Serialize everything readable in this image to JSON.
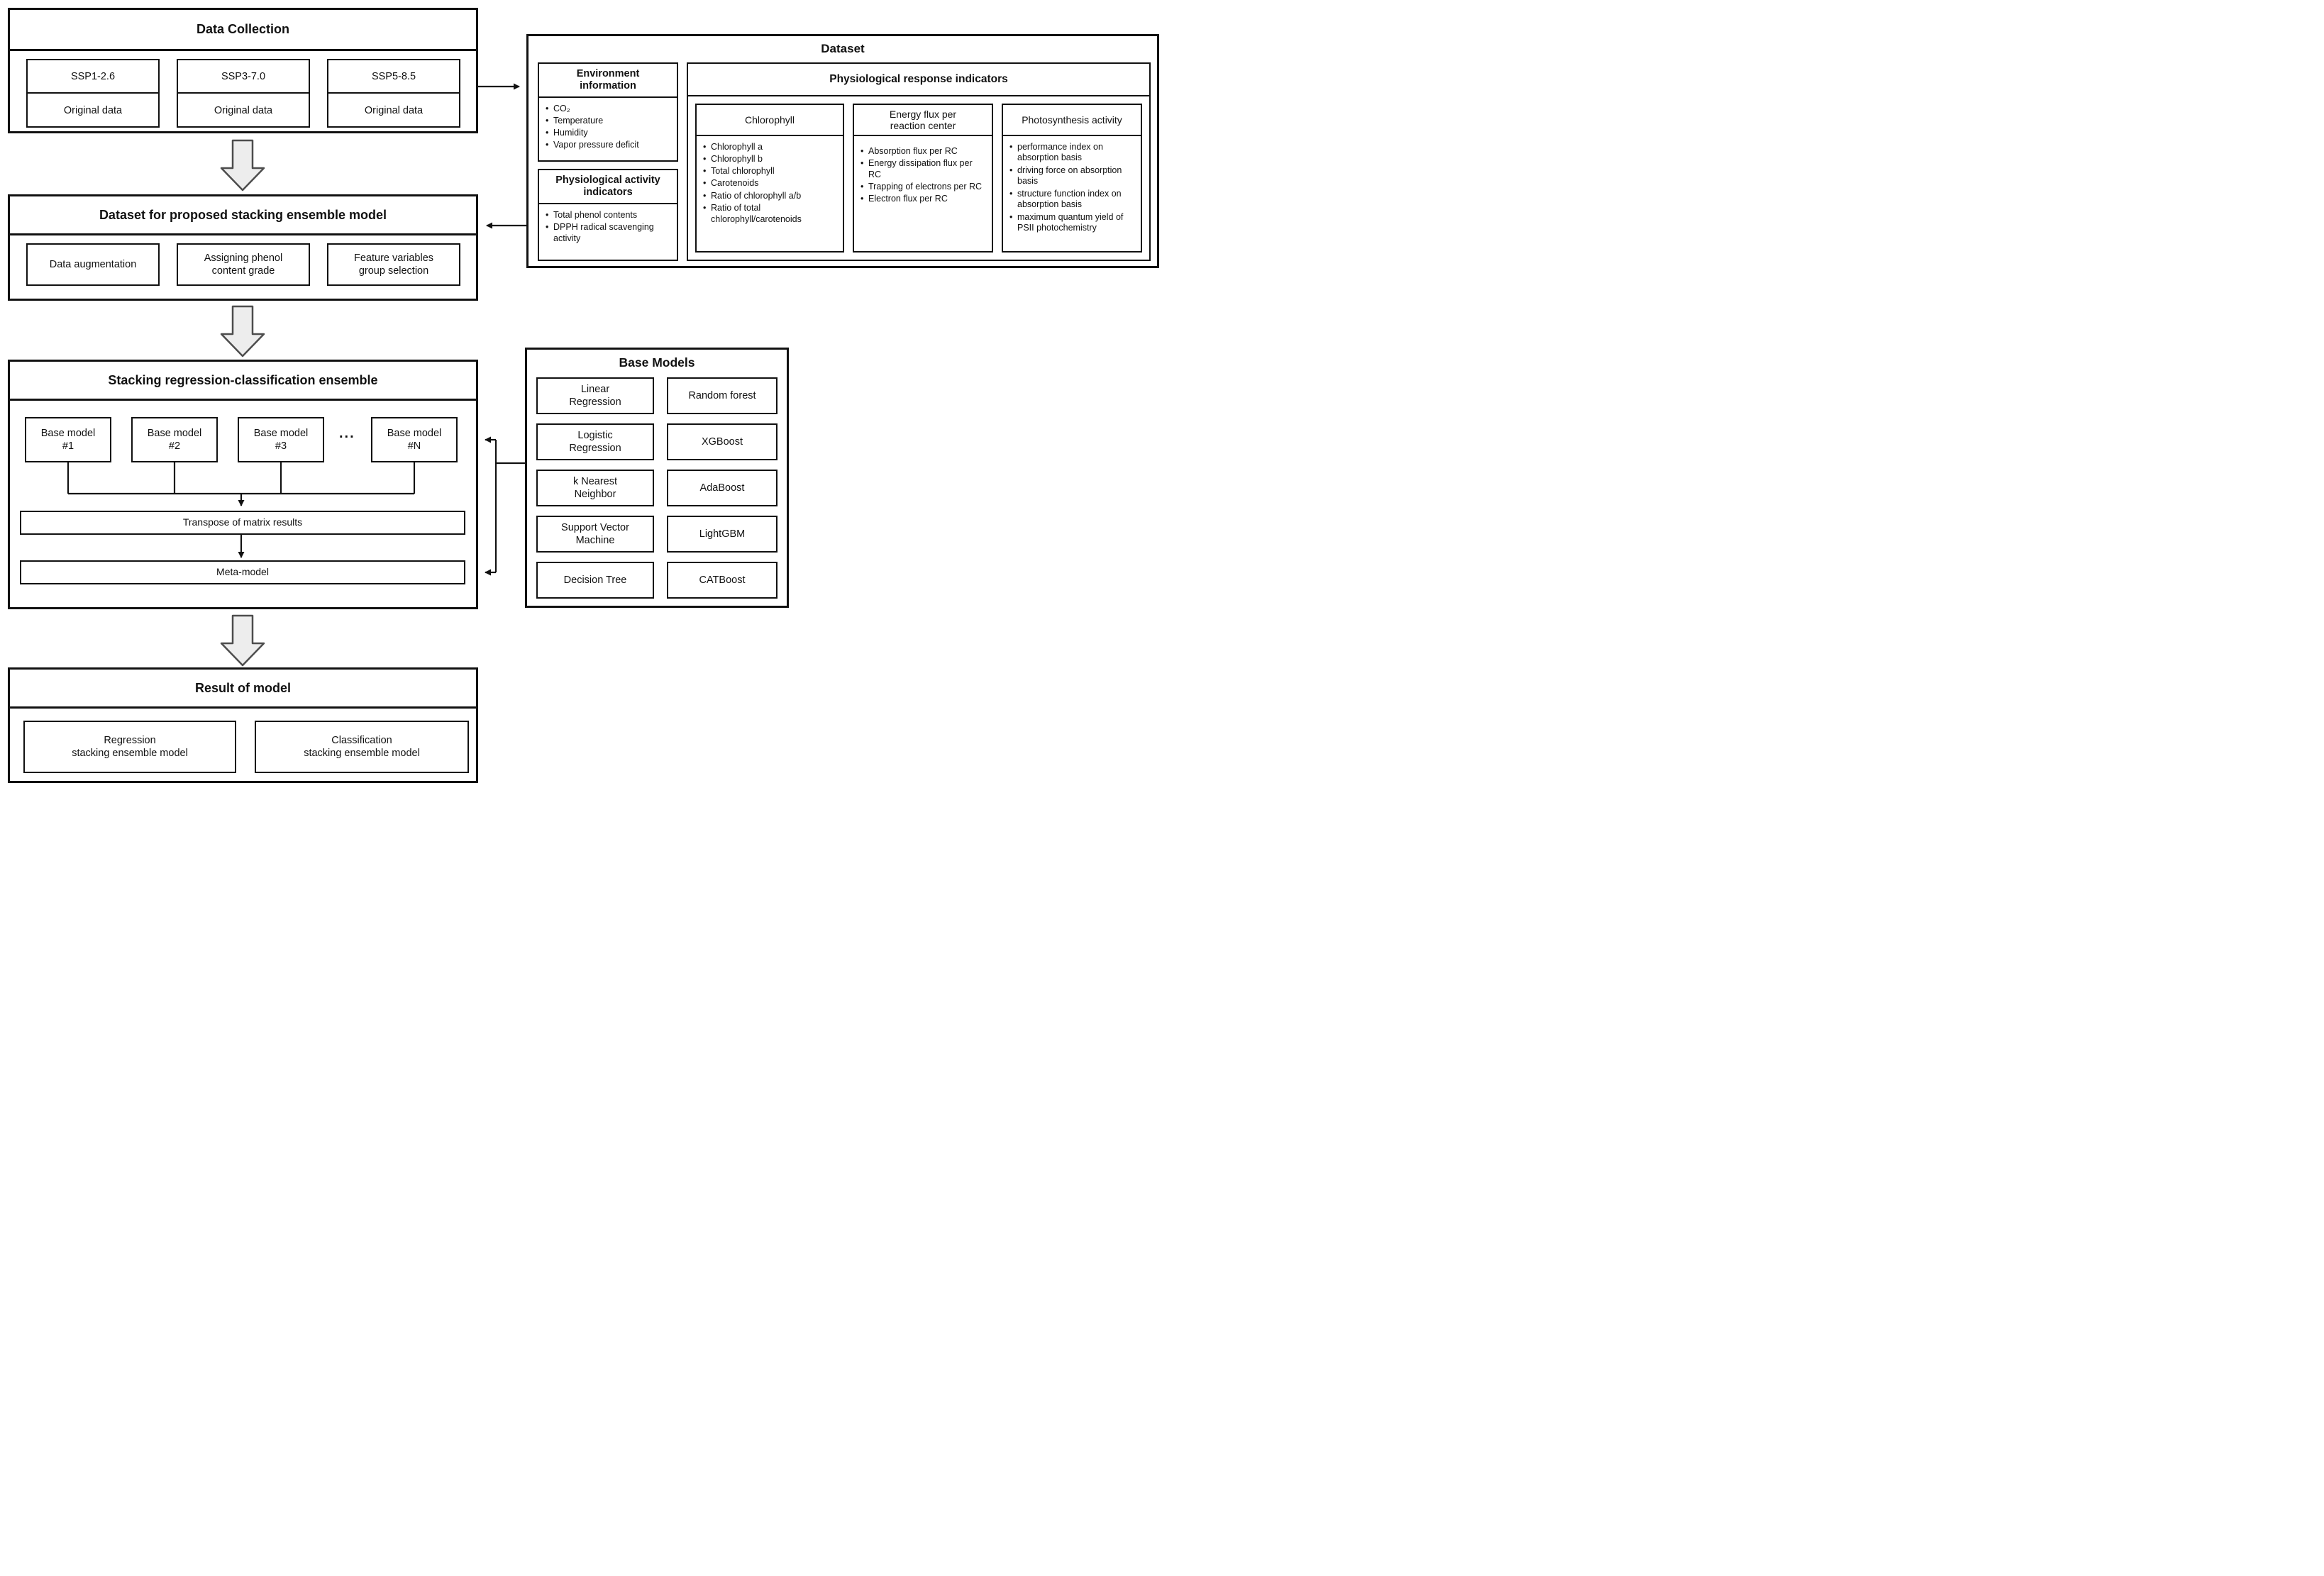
{
  "data_collection": {
    "title": "Data Collection",
    "columns": [
      {
        "scenario": "SSP1-2.6",
        "data": "Original data"
      },
      {
        "scenario": "SSP3-7.0",
        "data": "Original data"
      },
      {
        "scenario": "SSP5-8.5",
        "data": "Original data"
      }
    ]
  },
  "dataset_panel": {
    "title": "Dataset",
    "environment": {
      "title": "Environment information",
      "items": [
        "CO₂",
        "Temperature",
        "Humidity",
        "Vapor pressure deficit"
      ]
    },
    "physio_activity": {
      "title": "Physiological activity indicators",
      "items": [
        "Total phenol contents",
        "DPPH radical scavenging activity"
      ]
    },
    "response": {
      "title": "Physiological response indicators",
      "groups": [
        {
          "title": "Chlorophyll",
          "items": [
            "Chlorophyll a",
            "Chlorophyll b",
            "Total chlorophyll",
            "Carotenoids",
            "Ratio of chlorophyll a/b",
            "Ratio of total chlorophyll/carotenoids"
          ]
        },
        {
          "title": "Energy flux per reaction center",
          "items": [
            "Absorption flux per RC",
            "Energy dissipation flux per RC",
            "Trapping of electrons per RC",
            "Electron flux per RC"
          ]
        },
        {
          "title": "Photosynthesis activity",
          "items": [
            "performance index on absorption basis",
            "driving force on absorption basis",
            "structure function index on absorption basis",
            "maximum quantum yield of PSII photochemistry"
          ]
        }
      ]
    }
  },
  "dataset_for_model": {
    "title": "Dataset for proposed stacking ensemble model",
    "steps": [
      "Data augmentation",
      "Assigning phenol content grade",
      "Feature variables group selection"
    ]
  },
  "ensemble": {
    "title": "Stacking regression-classification ensemble",
    "base_models": [
      {
        "label": "Base model",
        "number": "#1"
      },
      {
        "label": "Base model",
        "number": "#2"
      },
      {
        "label": "Base model",
        "number": "#3"
      },
      {
        "label": "Base model",
        "number": "#N"
      }
    ],
    "ellipsis": "...",
    "transpose_label": "Transpose of matrix results",
    "meta_label": "Meta-model"
  },
  "base_models_panel": {
    "title": "Base Models",
    "left_column": [
      "Linear Regression",
      "Logistic Regression",
      "k Nearest Neighbor",
      "Support Vector Machine",
      "Decision Tree"
    ],
    "right_column": [
      "Random forest",
      "XGBoost",
      "AdaBoost",
      "LightGBM",
      "CATBoost"
    ]
  },
  "result": {
    "title": "Result of model",
    "outputs": [
      {
        "line1": "Regression",
        "line2": "stacking ensemble model"
      },
      {
        "line1": "Classification",
        "line2": "stacking ensemble model"
      }
    ]
  },
  "colors": {
    "line": "#111111",
    "arrow_fill": "#ededed",
    "arrow_stroke": "#4d4d4d"
  }
}
